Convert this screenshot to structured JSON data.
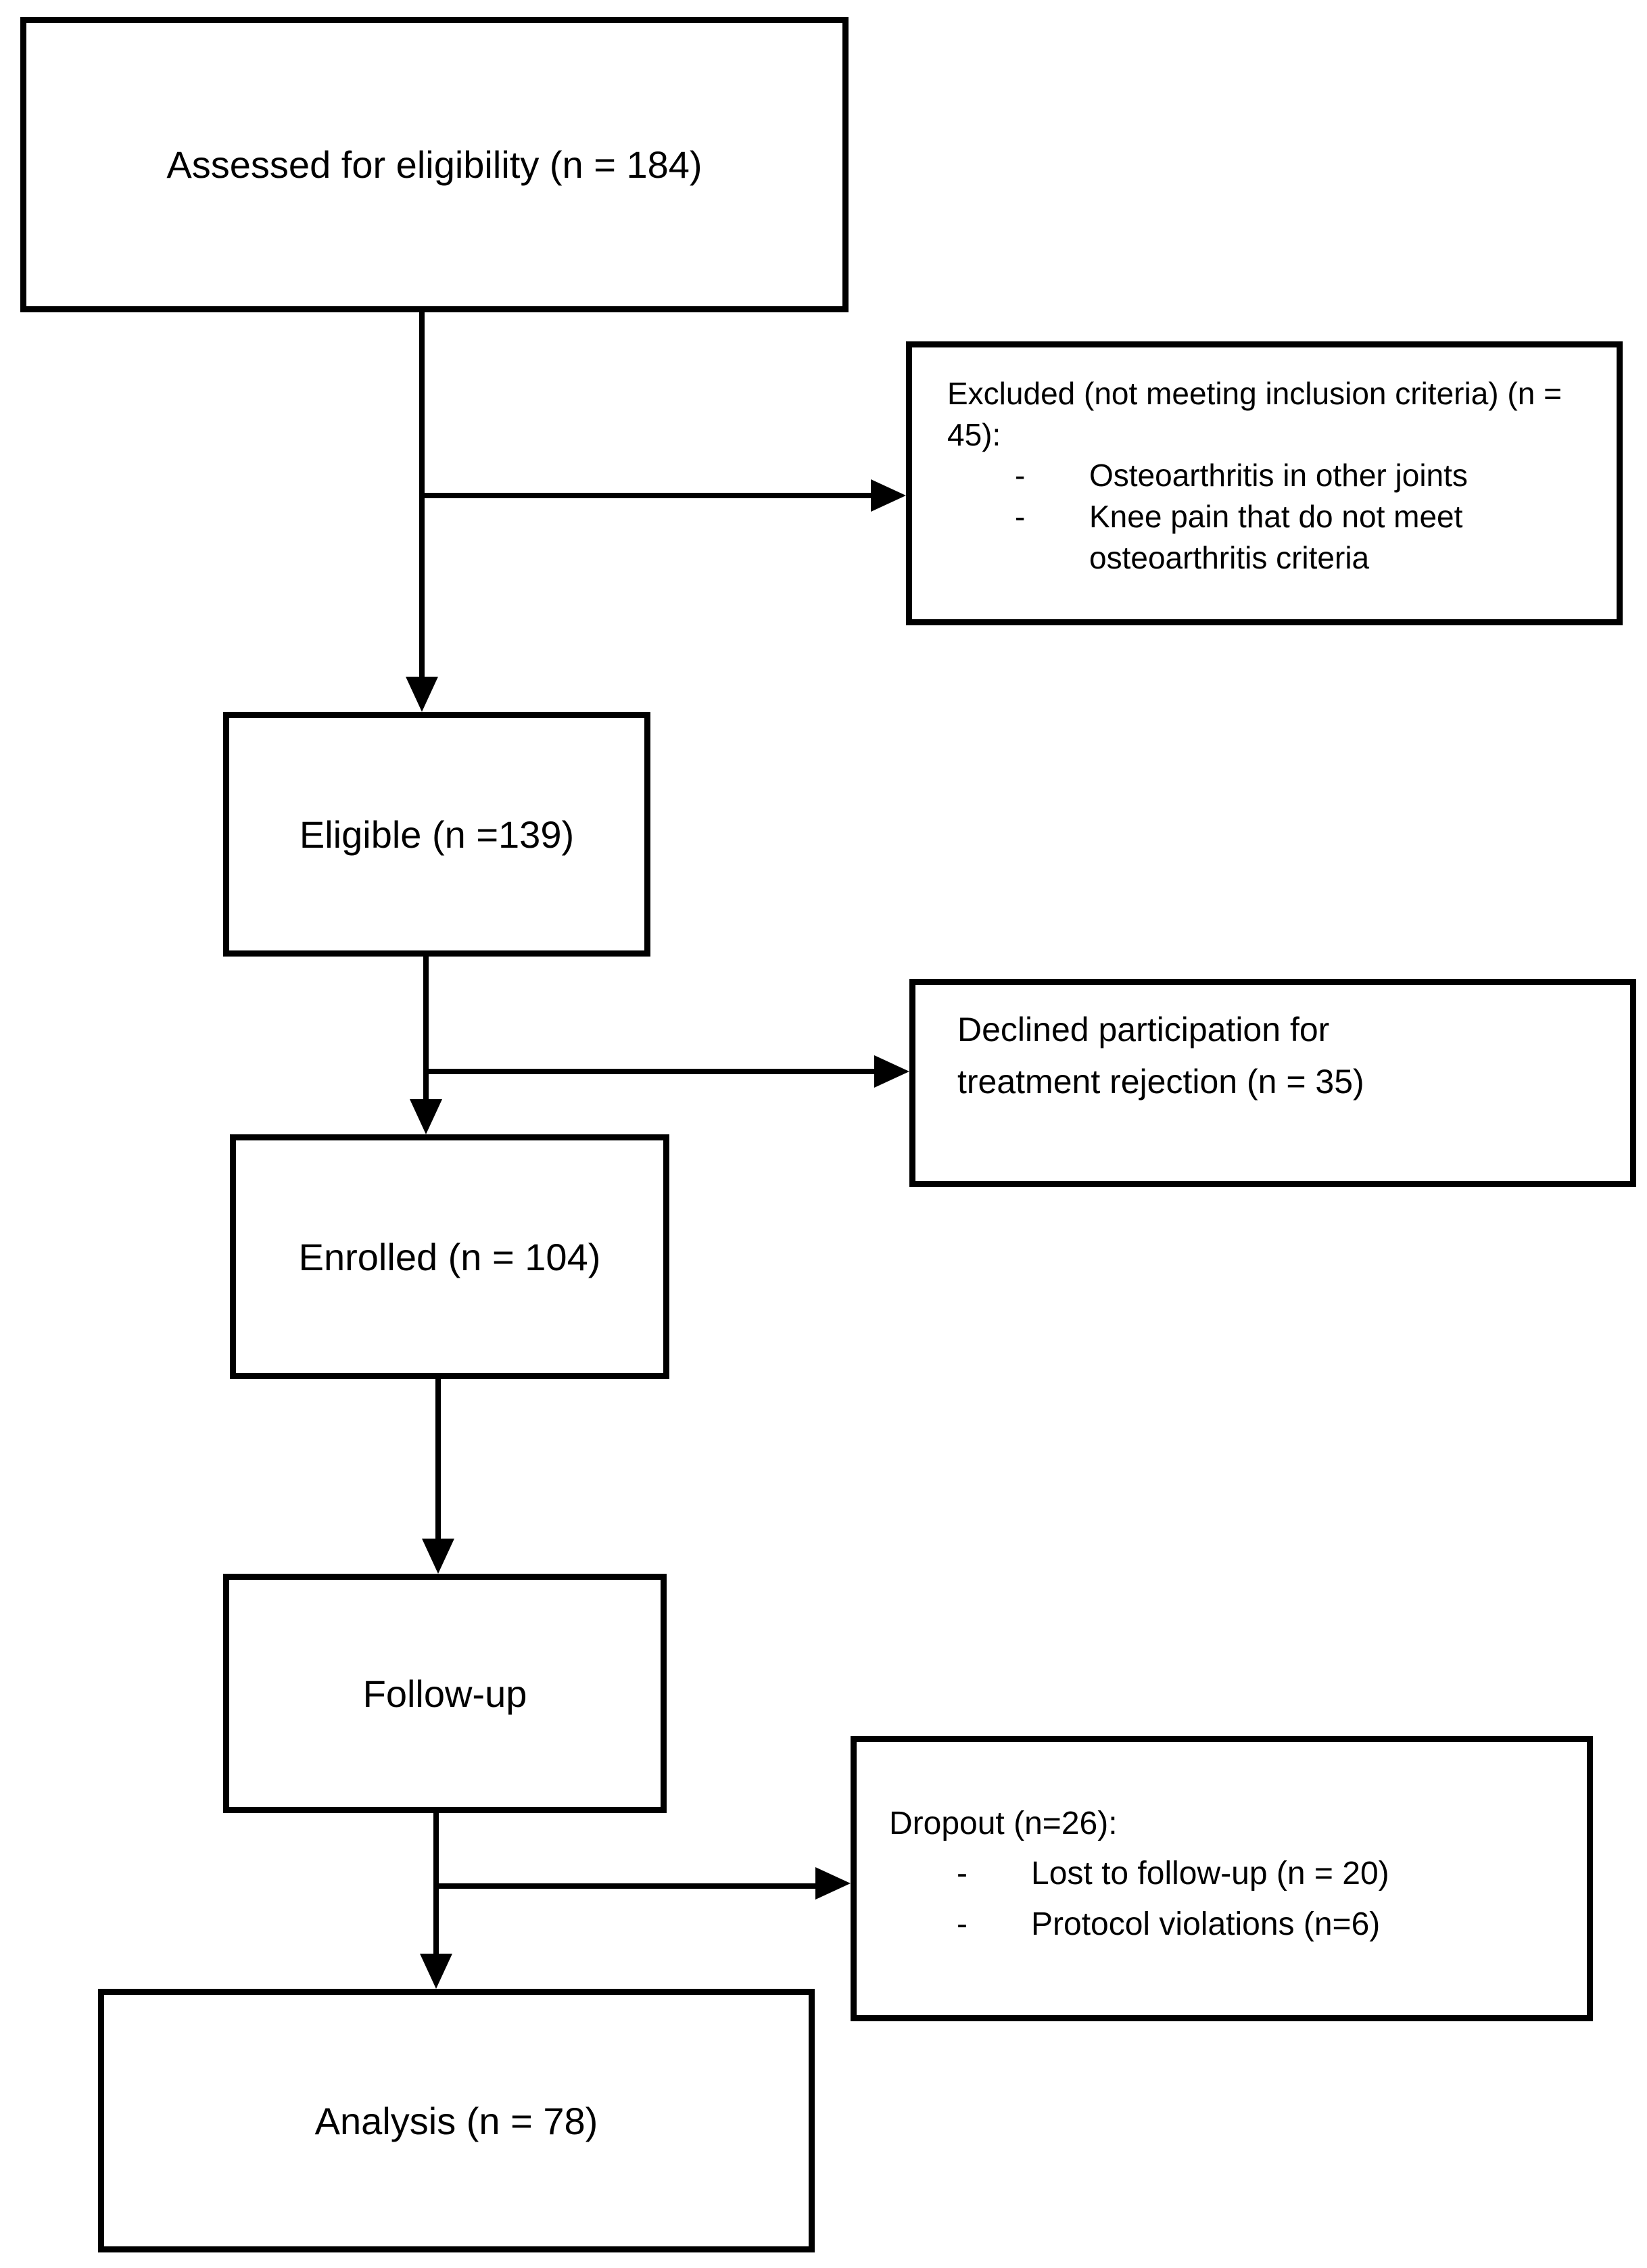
{
  "colors": {
    "line": "#000000",
    "background": "#ffffff",
    "text": "#000000"
  },
  "bullet_marker": "-",
  "nodes": {
    "assessed": {
      "label": "Assessed for eligibility (n = 184)"
    },
    "excluded": {
      "heading": "Excluded (not meeting inclusion criteria) (n = 45):",
      "items": [
        "Osteoarthritis in other joints",
        "Knee pain that do not meet osteoarthritis criteria"
      ]
    },
    "eligible": {
      "label": "Eligible (n =139)"
    },
    "declined": {
      "label": "Declined participation for treatment rejection (n = 35)"
    },
    "enrolled": {
      "label": "Enrolled (n = 104)"
    },
    "follow_up": {
      "label": "Follow-up"
    },
    "dropout": {
      "heading": "Dropout (n=26):",
      "items": [
        "Lost to follow-up (n = 20)",
        "Protocol violations (n=6)"
      ]
    },
    "analysis": {
      "label": "Analysis (n = 78)"
    }
  },
  "edges": [
    {
      "from": "assessed",
      "to": "eligible",
      "type": "arrow"
    },
    {
      "from": "assessed",
      "to": "excluded",
      "type": "arrow"
    },
    {
      "from": "eligible",
      "to": "enrolled",
      "type": "arrow"
    },
    {
      "from": "eligible",
      "to": "declined",
      "type": "arrow"
    },
    {
      "from": "enrolled",
      "to": "follow_up",
      "type": "arrow"
    },
    {
      "from": "follow_up",
      "to": "analysis",
      "type": "arrow"
    },
    {
      "from": "follow_up",
      "to": "dropout",
      "type": "arrow"
    }
  ]
}
